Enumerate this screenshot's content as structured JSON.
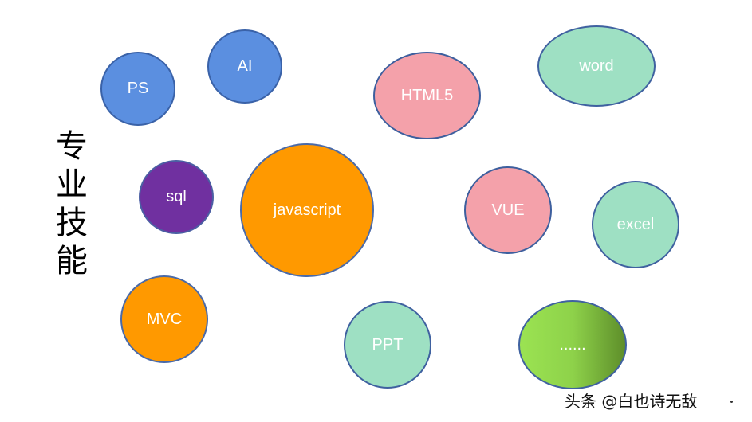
{
  "title": "专业技能",
  "skills": {
    "ps": "PS",
    "ai": "AI",
    "html5": "HTML5",
    "word": "word",
    "sql": "sql",
    "javascript": "javascript",
    "vue": "VUE",
    "excel": "excel",
    "mvc": "MVC",
    "ppt": "PPT",
    "more": "......"
  },
  "watermark": "头条 @白也诗无敌",
  "colors": {
    "blue": "#5b8fe0",
    "purple": "#7030a0",
    "orange": "#ff9900",
    "pink": "#f4a1aa",
    "mint": "#9ee0c3",
    "green_gradient": "#9be352"
  }
}
